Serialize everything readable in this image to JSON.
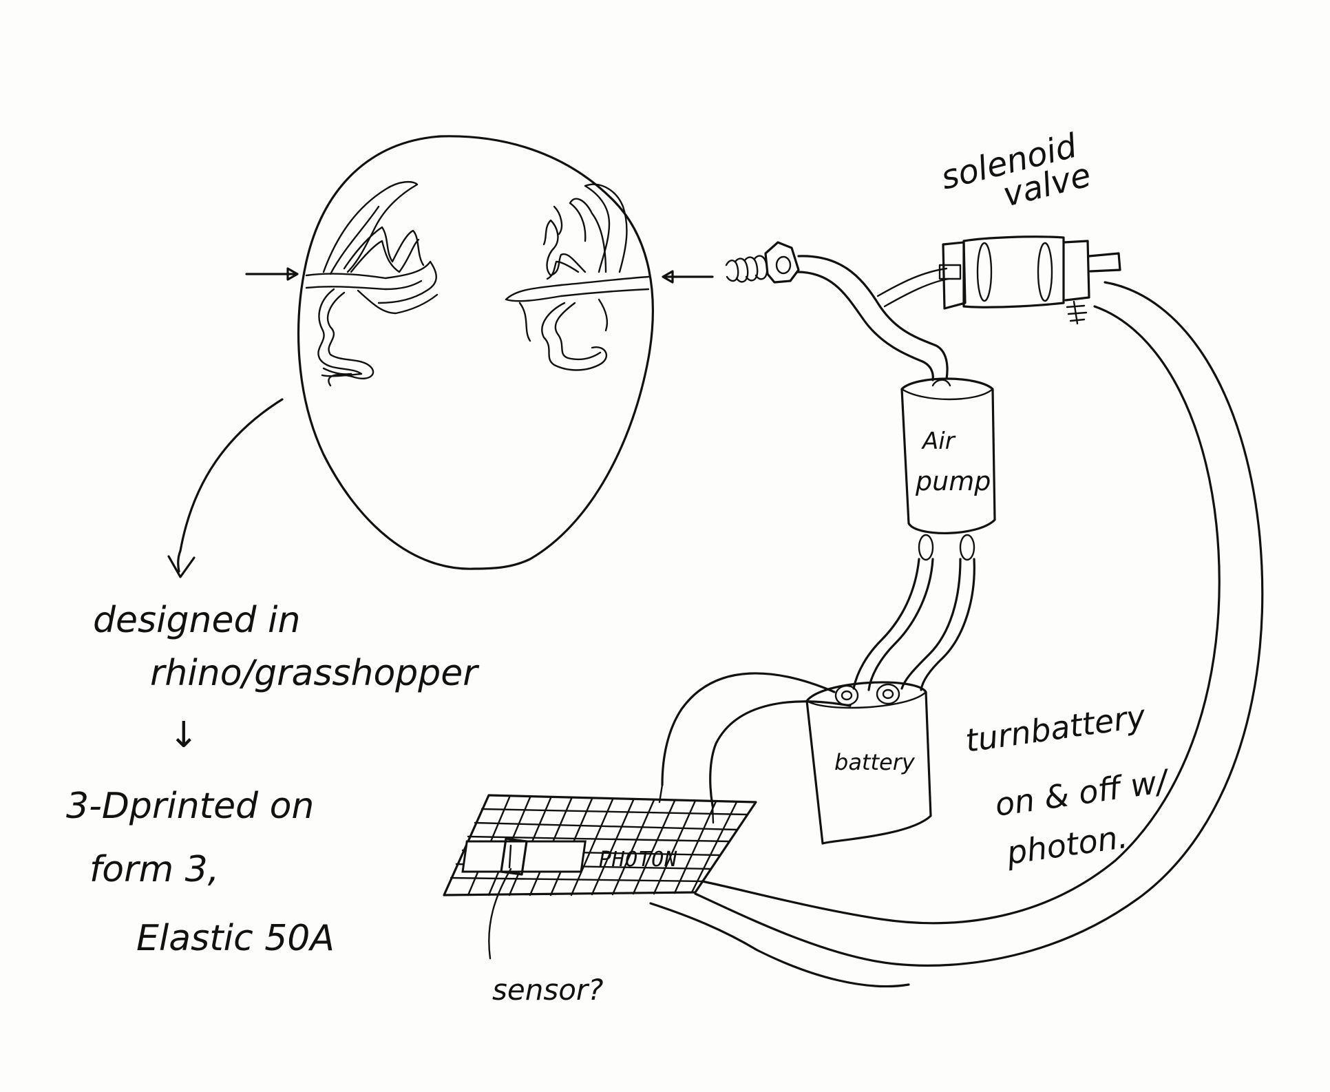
{
  "labels": {
    "solenoid_line1": "solenoid",
    "solenoid_line2": "valve",
    "air_pump_line1": "Air",
    "air_pump_line2": "pump",
    "battery": "battery",
    "photon": "PHOTON",
    "sensor": "sensor?",
    "design_line1": "designed in",
    "design_line2": "rhino/grasshopper",
    "design_arrow": "↓",
    "print_line1": "3-Dprinted on",
    "print_line2": "form 3,",
    "print_line3": "Elastic 50A",
    "note_line1": "turnbattery",
    "note_line2": "on & off w/",
    "note_line3": "photon."
  }
}
